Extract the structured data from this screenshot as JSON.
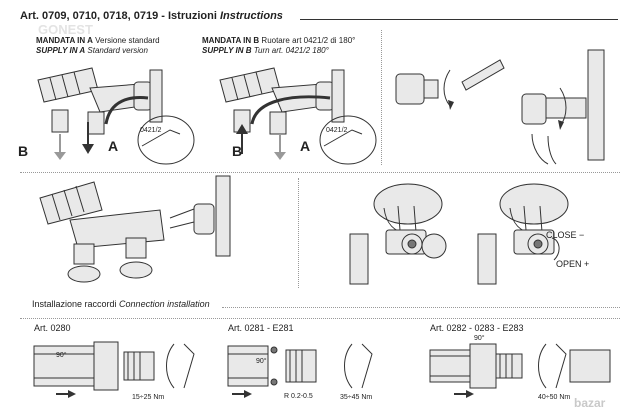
{
  "header": {
    "title_main": "Art. 0709, 0710, 0718, 0719 - Istruzioni ",
    "title_italic": "Instructions",
    "watermark": "GONEST"
  },
  "panel_a": {
    "line1_bold": "MANDATA IN A",
    "line1_rest": " Versione standard",
    "line2_bold": "SUPPLY IN A",
    "line2_rest": " Standard version",
    "label_b": "B",
    "label_a": "A",
    "callout": "0421/2"
  },
  "panel_b": {
    "line1_bold": "MANDATA IN B",
    "line1_rest": " Ruotare art 0421/2 di 180°",
    "line2_bold": "SUPPLY IN B",
    "line2_rest": " Turn art. 0421/2 180°",
    "label_b": "B",
    "label_a": "A",
    "callout": "0421/2"
  },
  "panel_valve": {
    "close_label": "CLOSE −",
    "open_label": "OPEN +"
  },
  "installation": {
    "title_regular": "Installazione raccordi ",
    "title_italic": "Connection installation",
    "items": [
      {
        "art": "Art. 0280",
        "angle": "90°",
        "torque": "15÷25 Nm"
      },
      {
        "art": "Art. 0281 - E281",
        "angle": "90°",
        "gap": "R 0.2-0.5",
        "torque": "35÷45 Nm"
      },
      {
        "art": "Art. 0282 - 0283 - E283",
        "angle": "90°",
        "torque": "40÷50 Nm"
      }
    ]
  },
  "footer": {
    "watermark": "bazar"
  }
}
